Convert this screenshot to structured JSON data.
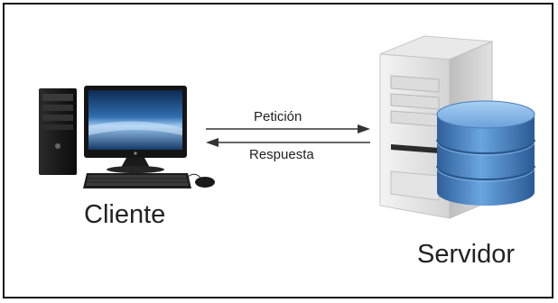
{
  "diagram": {
    "client_label": "Cliente",
    "server_label": "Servidor",
    "request_label": "Petición",
    "response_label": "Respuesta"
  },
  "icons": {
    "client": "desktop-computer-icon",
    "server": "server-tower-icon",
    "database": "database-cylinder-icon"
  },
  "colors": {
    "border": "#111111",
    "arrow": "#333333",
    "db_blue": "#4a86c5",
    "screen_blue": "#2f6fb0"
  }
}
